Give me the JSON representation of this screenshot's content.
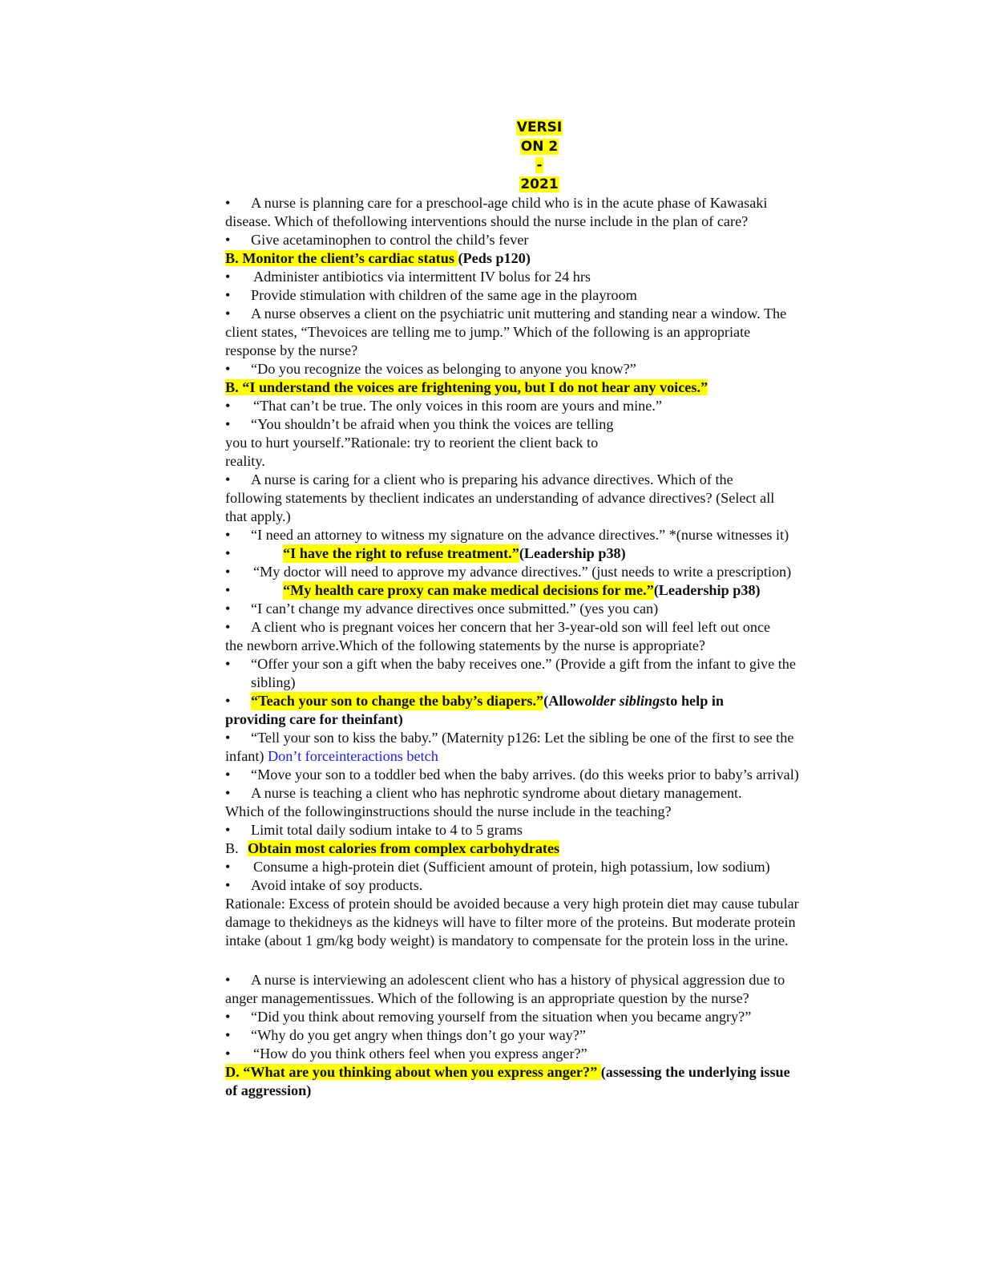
{
  "title": [
    "VERSI",
    "ON 2",
    "-",
    "2021"
  ],
  "q1": {
    "stem_a": "A nurse is planning care for a preschool-age child who is in the acute phase of Kawasaki",
    "stem_b": "disease. Which of thefollowing interventions should the nurse include in the plan of care?",
    "opt1": "Give acetaminophen to control the child’s fever",
    "ans_hl": "B.  Monitor the client’s cardiac status ",
    "ans_ref": "(Peds p120)",
    "opt3": "Administer antibiotics via intermittent IV bolus for 24 hrs",
    "opt4": "Provide stimulation with children of the same age in the playroom"
  },
  "q2": {
    "stem_a": "A nurse observes a client on the psychiatric unit muttering and standing near a window. The",
    "stem_b": "client states, “Thevoices are telling me to jump.” Which of the following is an appropriate",
    "stem_c": "response by the nurse?",
    "opt1": "“Do you recognize the voices as belonging to anyone you know?”",
    "ans_hl": "B.  “I understand the voices are frightening you, but I do not hear any voices.”",
    "opt3": "“That can’t be true. The only voices in this room are yours and mine.”",
    "opt4": "“You shouldn’t be afraid when you think the voices are telling",
    "opt4_b": "you to hurt yourself.”Rationale: try to reorient the client back to",
    "opt4_c": "reality."
  },
  "q3": {
    "stem_a": "A nurse is caring for a client who is preparing his advance directives. Which of the",
    "stem_b": "following statements by theclient indicates an understanding of advance directives? (Select all",
    "stem_c": "that apply.)",
    "opt1": "“I need an attorney to witness my signature on the advance directives.” *(nurse witnesses it)",
    "opt2_hl": "“I have the right to refuse treatment.” ",
    "opt2_ref": "(Leadership p38)",
    "opt3": "“My doctor will need to approve my advance directives.” (just needs to write a prescription)",
    "opt4_hl": "“My health care proxy can make medical decisions for me.” ",
    "opt4_ref": "(Leadership p38)",
    "opt5": "“I can’t change my advance directives once submitted.” (yes you can)"
  },
  "q4": {
    "stem_a": "A client who is pregnant voices her concern that her 3-year-old son will feel left out once",
    "stem_b": "the newborn arrive.Which of the following statements by the nurse is appropriate?",
    "opt1_a": "“Offer your son a gift when the baby receives one.” (Provide a gift from the infant to give the",
    "opt1_b": "sibling)",
    "opt2_hl": "“Teach your son to change the baby’s diapers.” ",
    "opt2_ref_a": "(Allow ",
    "opt2_ref_i": "older siblings",
    "opt2_ref_b": " to help in",
    "opt2_ref_c": "providing care for theinfant)",
    "opt3_a": "“Tell your son to kiss the baby.” (Maternity p126: Let the sibling be one of the first to see the",
    "opt3_b": "infant) ",
    "opt3_blue": "Don’t forceinteractions betch",
    "opt4": "“Move your son to a toddler bed when the baby arrives. (do this weeks prior to baby’s arrival)"
  },
  "q5": {
    "stem_a": "A nurse is teaching a client who has nephrotic syndrome about dietary management.",
    "stem_b": "Which of the followinginstructions should the nurse include in the teaching?",
    "opt1": "Limit total daily sodium intake to 4 to 5 grams",
    "ans_letter": "B.  ",
    "ans_hl": "Obtain most calories from complex carbohydrates",
    "opt3": "Consume a high-protein diet (Sufficient amount of protein, high potassium, low sodium)",
    "opt4": "Avoid intake of soy products.",
    "rat_a": "Rationale: Excess of protein should be avoided because a very high protein diet may cause tubular",
    "rat_b": "damage to thekidneys as the kidneys will have to filter more of the proteins. But moderate protein",
    "rat_c": "intake (about 1 gm/kg body weight) is mandatory to compensate for the protein loss in the urine."
  },
  "q6": {
    "stem_a": "A nurse is interviewing an adolescent client who has a history of physical aggression due to",
    "stem_b": "anger managementissues. Which of the following is an appropriate question by the nurse?",
    "opt1": "“Did you think about removing yourself from the situation when you became angry?”",
    "opt2": "“Why do you get angry when things don’t go your way?”",
    "opt3": "“How do you think others feel when you express anger?”",
    "ans_hl": "D.  “What are you thinking about when you express anger?” ",
    "ans_ref_a": "(assessing the underlying issue",
    "ans_ref_b": "of aggression)"
  },
  "bullet": "•",
  "colors": {
    "highlight": "#ffff00",
    "link_blue": "#1a1aff"
  }
}
